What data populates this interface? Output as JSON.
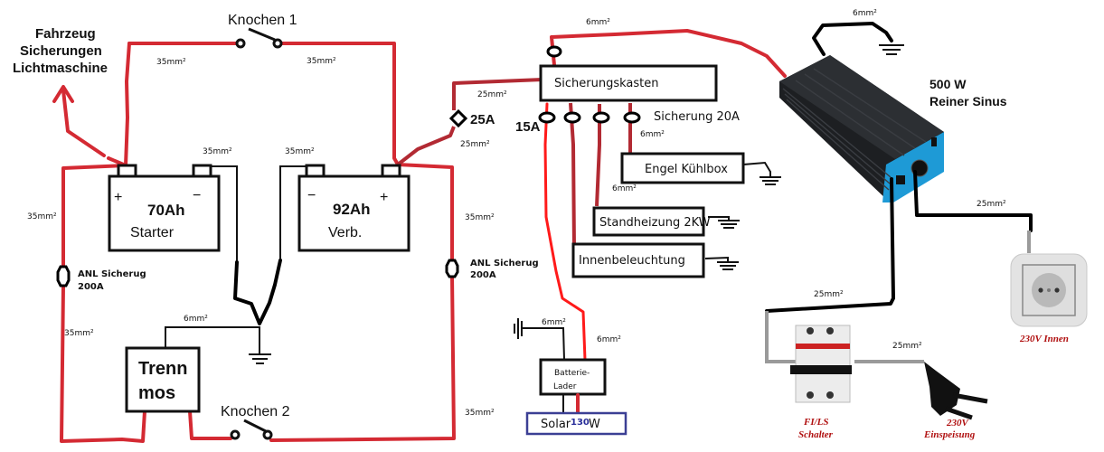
{
  "title": "Wohnmobil Elektrik Schaltplan",
  "labels": {
    "vehicle_fuses": [
      "Fahrzeug",
      "Sicherungen",
      "Lichtmaschine"
    ],
    "switch1": "Knochen 1",
    "switch2": "Knochen 2",
    "battery_starter": {
      "capacity": "70Ah",
      "name": "Starter",
      "plus": "+",
      "minus": "−"
    },
    "battery_service": {
      "capacity": "92Ah",
      "name": "Verb.",
      "plus": "+",
      "minus": "−"
    },
    "isolator": [
      "Trenn",
      "mos"
    ],
    "anl_left": [
      "ANL Sicherug",
      "200A"
    ],
    "anl_right": [
      "ANL Sicherug",
      "200A"
    ],
    "fuse_25a": "25A",
    "fuse_15a": "15A",
    "fuse_20a": "Sicherung 20A",
    "fusebox": "Sicherungskasten",
    "fridge": "Engel Kühlbox",
    "heater": "Standheizung 2KW",
    "lights": "Innenbeleuchtung",
    "charger": [
      "Batterie-",
      "Lader"
    ],
    "solar": {
      "prefix": "Solar",
      "watts": "130",
      "unit": "W"
    },
    "inverter": [
      "500 W",
      "Reiner Sinus"
    ],
    "socket": "230V Innen",
    "rcbo": [
      "FI/LS",
      "Schalter"
    ],
    "plug": [
      "230V",
      "Einspeisung"
    ]
  },
  "cables": {
    "top_left": "35mm²",
    "top_right": "35mm²",
    "starter_neg": "35mm²",
    "service_neg": "35mm²",
    "left_upper": "35mm²",
    "left_lower": "35mm²",
    "right_upper": "35mm²",
    "right_lower": "35mm²",
    "isolator_ground": "6mm²",
    "fusebox_in_upper": "25mm²",
    "fusebox_in_lower": "25mm²",
    "inverter_feed": "6mm²",
    "inverter_ground": "6mm²",
    "fridge": "6mm²",
    "heater": "6mm²",
    "charger_ground": "6mm²",
    "charger_feed": "6mm²",
    "ac_socket": "25mm²",
    "ac_rcbo": "25mm²",
    "ac_plug": "25mm²"
  },
  "colors": {
    "main_wire": "#d42a33",
    "feed_wire": "#ff1a1a",
    "ground_wire": "#111111",
    "ac_wire": "#9a9a9a",
    "inverter_accent": "#1e9ad6",
    "warning_text": "#b01010"
  }
}
